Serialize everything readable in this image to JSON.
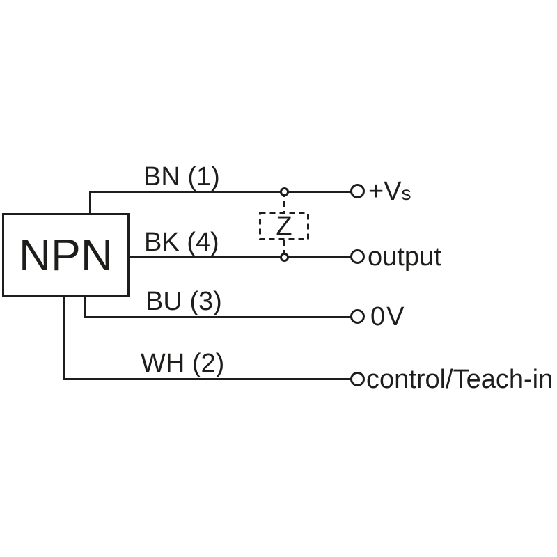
{
  "diagram": {
    "device_label": "NPN",
    "load_label": "Z",
    "wires": [
      {
        "label": "BN (1)",
        "terminal": "+V",
        "terminal_sub": "s"
      },
      {
        "label": "BK (4)",
        "terminal": "output"
      },
      {
        "label": "BU (3)",
        "terminal": "0V"
      },
      {
        "label": "WH (2)",
        "terminal": "control/Teach-in"
      }
    ],
    "colors": {
      "stroke": "#1d1d1b",
      "background": "#ffffff"
    }
  }
}
